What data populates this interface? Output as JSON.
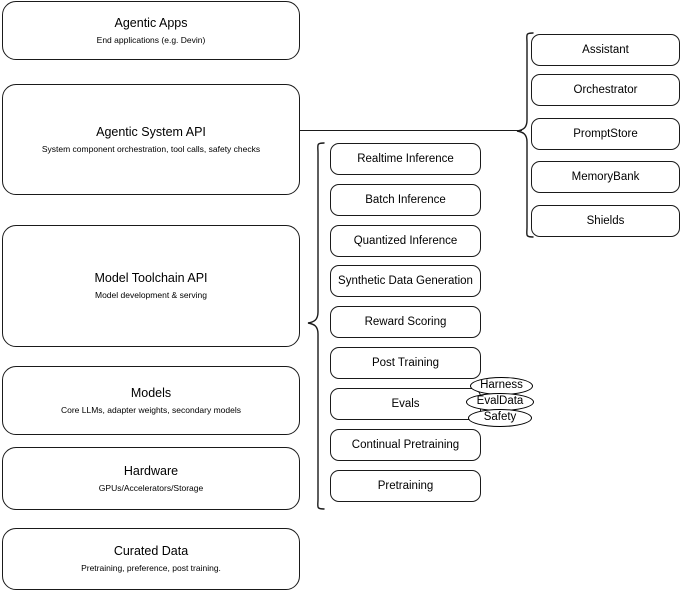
{
  "diagram": {
    "title": "AI stack layers diagram",
    "stroke_color": "#1a1a1a",
    "background_color": "#ffffff"
  },
  "layers": [
    {
      "name": "agentic-apps",
      "title": "Agentic Apps",
      "subtitle": "End applications (e.g. Devin)"
    },
    {
      "name": "agentic-system-api",
      "title": "Agentic System API",
      "subtitle": "System component orchestration, tool calls, safety checks"
    },
    {
      "name": "model-toolchain-api",
      "title": "Model Toolchain API",
      "subtitle": "Model development & serving"
    },
    {
      "name": "models",
      "title": "Models",
      "subtitle": "Core LLMs, adapter weights, secondary models"
    },
    {
      "name": "hardware",
      "title": "Hardware",
      "subtitle": "GPUs/Accelerators/Storage"
    },
    {
      "name": "curated-data",
      "title": "Curated Data",
      "subtitle": "Pretraining, preference, post training."
    }
  ],
  "toolchain_components": [
    {
      "name": "realtime-inference",
      "label": "Realtime Inference"
    },
    {
      "name": "batch-inference",
      "label": "Batch Inference"
    },
    {
      "name": "quantized-inference",
      "label": "Quantized Inference"
    },
    {
      "name": "synthetic-data-generation",
      "label": "Synthetic Data Generation"
    },
    {
      "name": "reward-scoring",
      "label": "Reward Scoring"
    },
    {
      "name": "post-training",
      "label": "Post Training"
    },
    {
      "name": "evals",
      "label": "Evals"
    },
    {
      "name": "continual-pretraining",
      "label": "Continual Pretraining"
    },
    {
      "name": "pretraining",
      "label": "Pretraining"
    }
  ],
  "system_components": [
    {
      "name": "assistant",
      "label": "Assistant"
    },
    {
      "name": "orchestrator",
      "label": "Orchestrator"
    },
    {
      "name": "promptstore",
      "label": "PromptStore"
    },
    {
      "name": "memorybank",
      "label": "MemoryBank"
    },
    {
      "name": "shields",
      "label": "Shields"
    }
  ],
  "evals_subcomponents": [
    {
      "name": "harness",
      "label": "Harness"
    },
    {
      "name": "evaldata",
      "label": "EvalData"
    },
    {
      "name": "safety",
      "label": "Safety"
    }
  ]
}
